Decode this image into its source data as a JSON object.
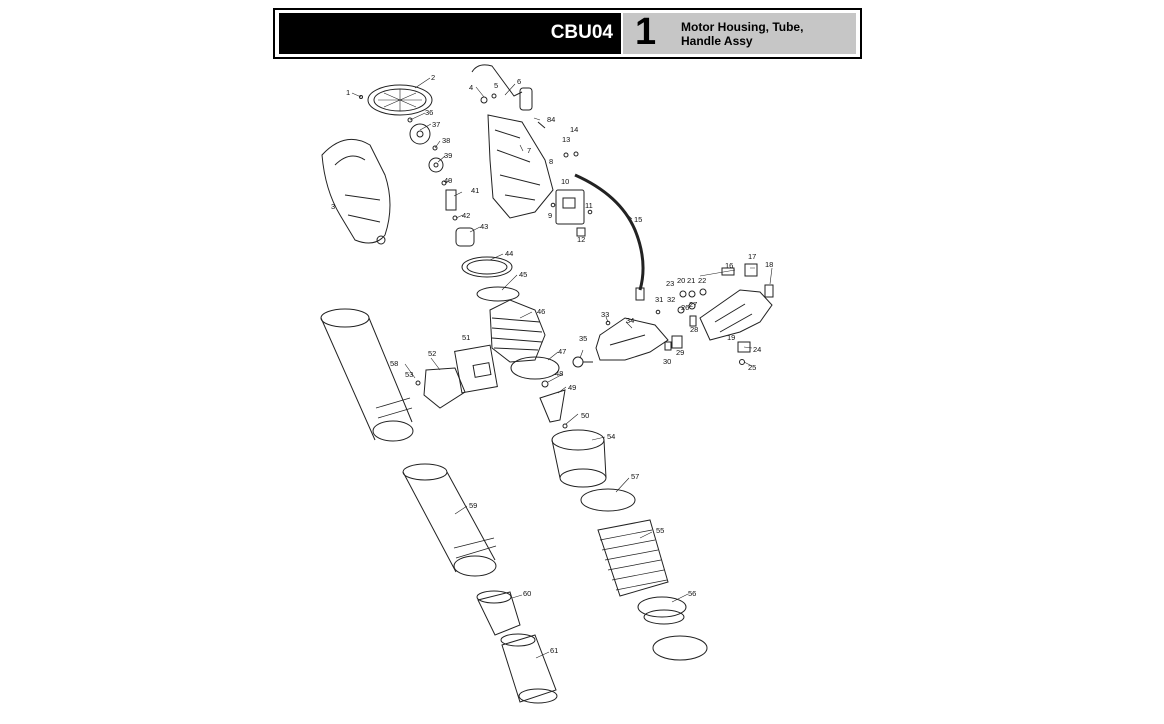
{
  "header": {
    "model": "CBU04",
    "section_number": "1",
    "section_title_lines": [
      "Motor Housing, Tube,",
      "Handle Assy"
    ]
  },
  "callouts": [
    "1",
    "2",
    "3",
    "4",
    "5",
    "6",
    "84",
    "7",
    "8",
    "9",
    "10",
    "11",
    "12",
    "13",
    "14",
    "15",
    "16",
    "17",
    "18",
    "19",
    "20",
    "21",
    "22",
    "23",
    "24",
    "25",
    "26",
    "27",
    "28",
    "29",
    "30",
    "31",
    "32",
    "33",
    "34",
    "35",
    "36",
    "37",
    "38",
    "39",
    "40",
    "41",
    "42",
    "43",
    "44",
    "45",
    "46",
    "47",
    "48",
    "49",
    "50",
    "51",
    "52",
    "53",
    "54",
    "55",
    "56",
    "57",
    "58",
    "59",
    "60",
    "61"
  ],
  "colors": {
    "header_black": "#000000",
    "header_grey": "#c6c6c6",
    "line_art": "#222222"
  }
}
